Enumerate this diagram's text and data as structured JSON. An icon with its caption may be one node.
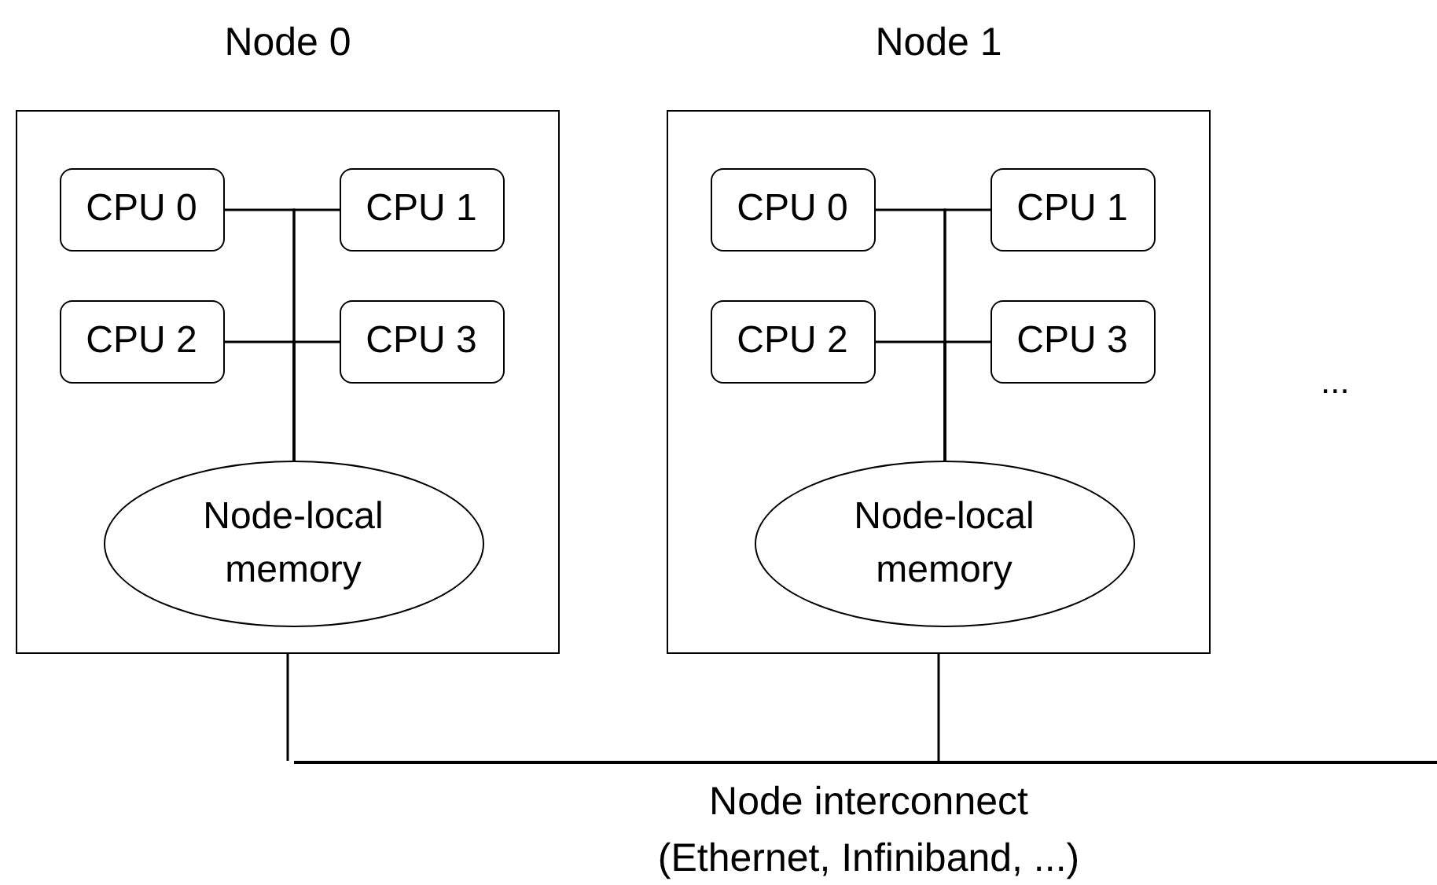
{
  "diagram": {
    "nodes": [
      {
        "text": [
          "Node 0"
        ]
      },
      {
        "text": [
          "CPU 0"
        ],
        "in": 0
      },
      {
        "text": [
          "CPU 1"
        ],
        "in": 0
      },
      {
        "text": [
          "CPU 2"
        ],
        "in": 0
      },
      {
        "text": [
          "CPU 3"
        ],
        "in": 0
      },
      {
        "text": [
          "Node-local memory"
        ],
        "in": 0
      },
      {
        "text": [
          "Node 1"
        ]
      },
      {
        "text": [
          "CPU 0"
        ],
        "in": 6
      },
      {
        "text": [
          "CPU 1"
        ],
        "in": 6
      },
      {
        "text": [
          "CPU 2"
        ],
        "in": 6
      },
      {
        "text": [
          "CPU 3"
        ],
        "in": 6
      },
      {
        "text": [
          "Node-local memory"
        ],
        "in": 6
      },
      {
        "text": [],
        "shape": "bar",
        "beside": [
          "Node interconnect (Ethernet, Infiniband, ...)"
        ]
      }
    ],
    "edges": [
      {
        "from": 1,
        "to": 5,
        "arrow": "none"
      },
      {
        "from": 2,
        "to": 5,
        "arrow": "none"
      },
      {
        "from": 3,
        "to": 5,
        "arrow": "none"
      },
      {
        "from": 4,
        "to": 5,
        "arrow": "none"
      },
      {
        "from": 7,
        "to": 11,
        "arrow": "none"
      },
      {
        "from": 8,
        "to": 11,
        "arrow": "none"
      },
      {
        "from": 9,
        "to": 11,
        "arrow": "none"
      },
      {
        "from": 10,
        "to": 11,
        "arrow": "none"
      },
      {
        "from": 0,
        "to": 12,
        "arrow": "none"
      },
      {
        "from": 6,
        "to": 12,
        "arrow": "none"
      }
    ],
    "labels": [
      "..."
    ]
  }
}
